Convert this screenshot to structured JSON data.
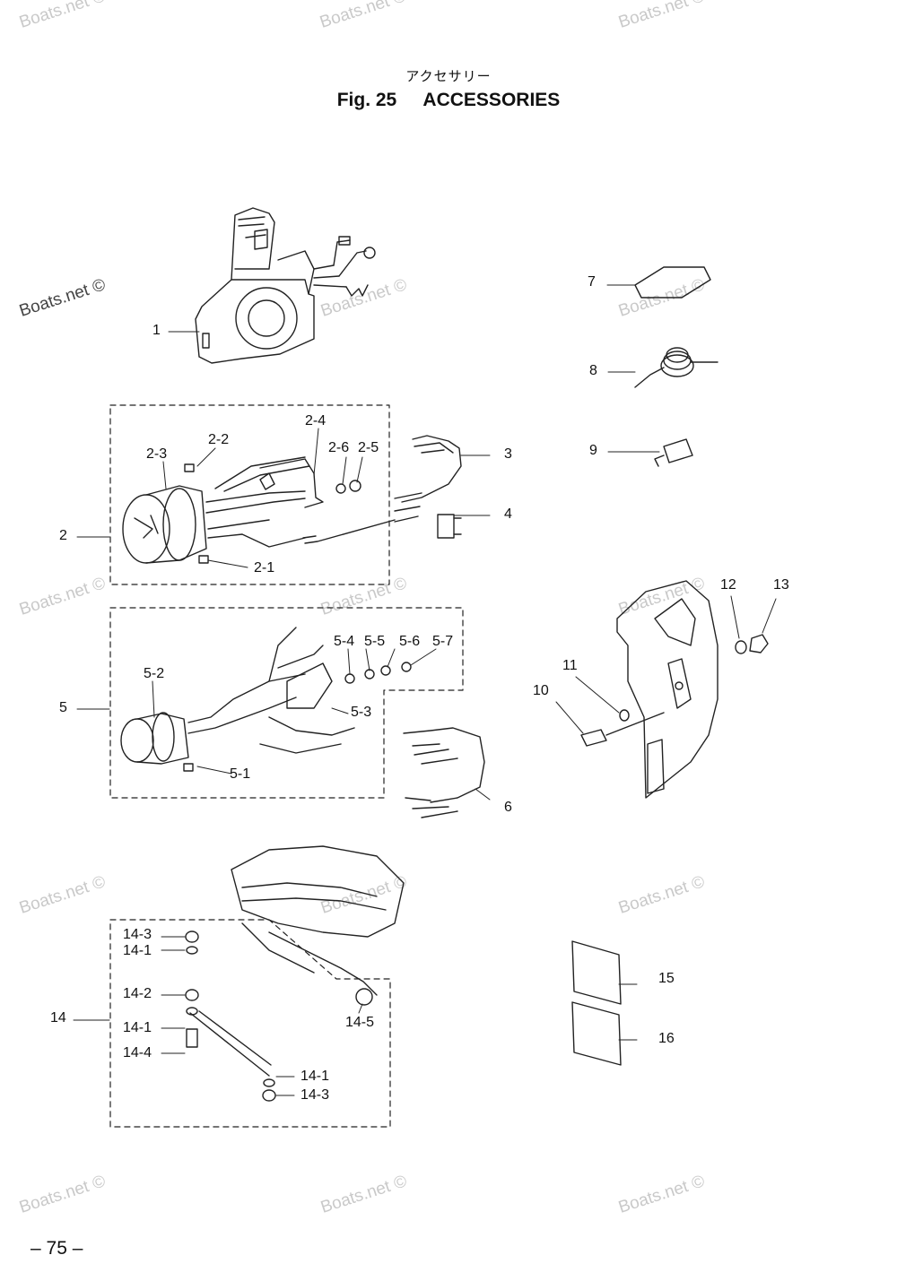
{
  "header": {
    "subtitle_jp": "アクセサリー",
    "fig_number": "Fig. 25",
    "fig_title": "ACCESSORIES"
  },
  "watermark": "Boats.net ©",
  "labels": {
    "p1": "1",
    "p2": "2",
    "p2_1": "2-1",
    "p2_2": "2-2",
    "p2_3": "2-3",
    "p2_4": "2-4",
    "p2_5": "2-5",
    "p2_6": "2-6",
    "p3": "3",
    "p4": "4",
    "p5": "5",
    "p5_1": "5-1",
    "p5_2": "5-2",
    "p5_3": "5-3",
    "p5_4": "5-4",
    "p5_5": "5-5",
    "p5_6": "5-6",
    "p5_7": "5-7",
    "p6": "6",
    "p7": "7",
    "p8": "8",
    "p9": "9",
    "p10": "10",
    "p11": "11",
    "p12": "12",
    "p13": "13",
    "p14": "14",
    "p14_1a": "14-1",
    "p14_1b": "14-1",
    "p14_1c": "14-1",
    "p14_2": "14-2",
    "p14_3a": "14-3",
    "p14_3b": "14-3",
    "p14_4": "14-4",
    "p14_5": "14-5",
    "p15": "15",
    "p16": "16"
  },
  "footer": {
    "page": "– 75 –"
  }
}
